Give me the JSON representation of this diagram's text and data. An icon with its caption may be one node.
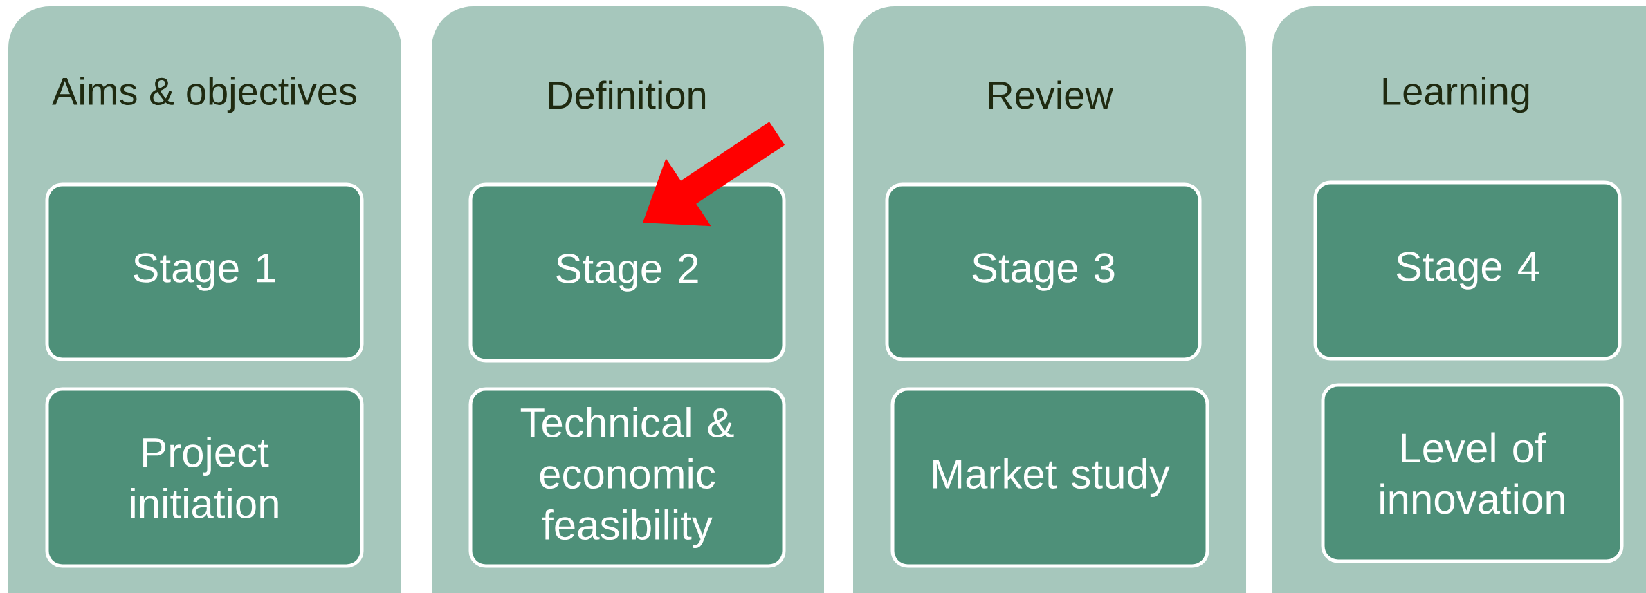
{
  "diagram": {
    "nodes": [
      {
        "text": [
          "Aims & objectives"
        ]
      },
      {
        "text": [
          "Stage 1"
        ],
        "in": 0
      },
      {
        "text": [
          "Project initiation"
        ],
        "in": 0
      },
      {
        "text": [
          "Definition"
        ]
      },
      {
        "text": [
          "Stage 2"
        ],
        "in": 3
      },
      {
        "text": [
          "Technical & economic feasibility"
        ],
        "in": 3
      },
      {
        "text": [
          "Review"
        ]
      },
      {
        "text": [
          "Stage 3"
        ],
        "in": 6
      },
      {
        "text": [
          "Market study"
        ],
        "in": 6
      },
      {
        "text": [
          "Learning"
        ]
      },
      {
        "text": [
          "Stage 4"
        ],
        "in": 9
      },
      {
        "text": [
          "Level of innovation"
        ],
        "in": 9
      }
    ],
    "edges": [
      {
        "from": null,
        "to": 4,
        "arrow": "to",
        "color": "#ff0000"
      }
    ]
  }
}
